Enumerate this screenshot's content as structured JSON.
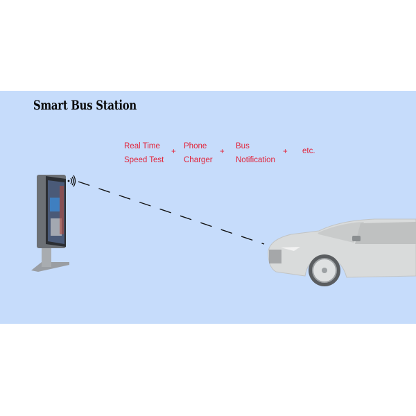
{
  "title": "Smart Bus Station",
  "features": [
    {
      "line1": "Real Time",
      "line2": "Speed Test"
    },
    {
      "line1": "Phone",
      "line2": "Charger"
    },
    {
      "line1": "Bus",
      "line2": "Notification"
    },
    {
      "line1": "etc.",
      "line2": ""
    }
  ],
  "separator": "+",
  "colors": {
    "background": "#c6dcfb",
    "feature_text": "#e2233a",
    "title": "#0a0a0a"
  },
  "icons": [
    "kiosk-icon",
    "wireless-signal-icon",
    "car-icon"
  ]
}
